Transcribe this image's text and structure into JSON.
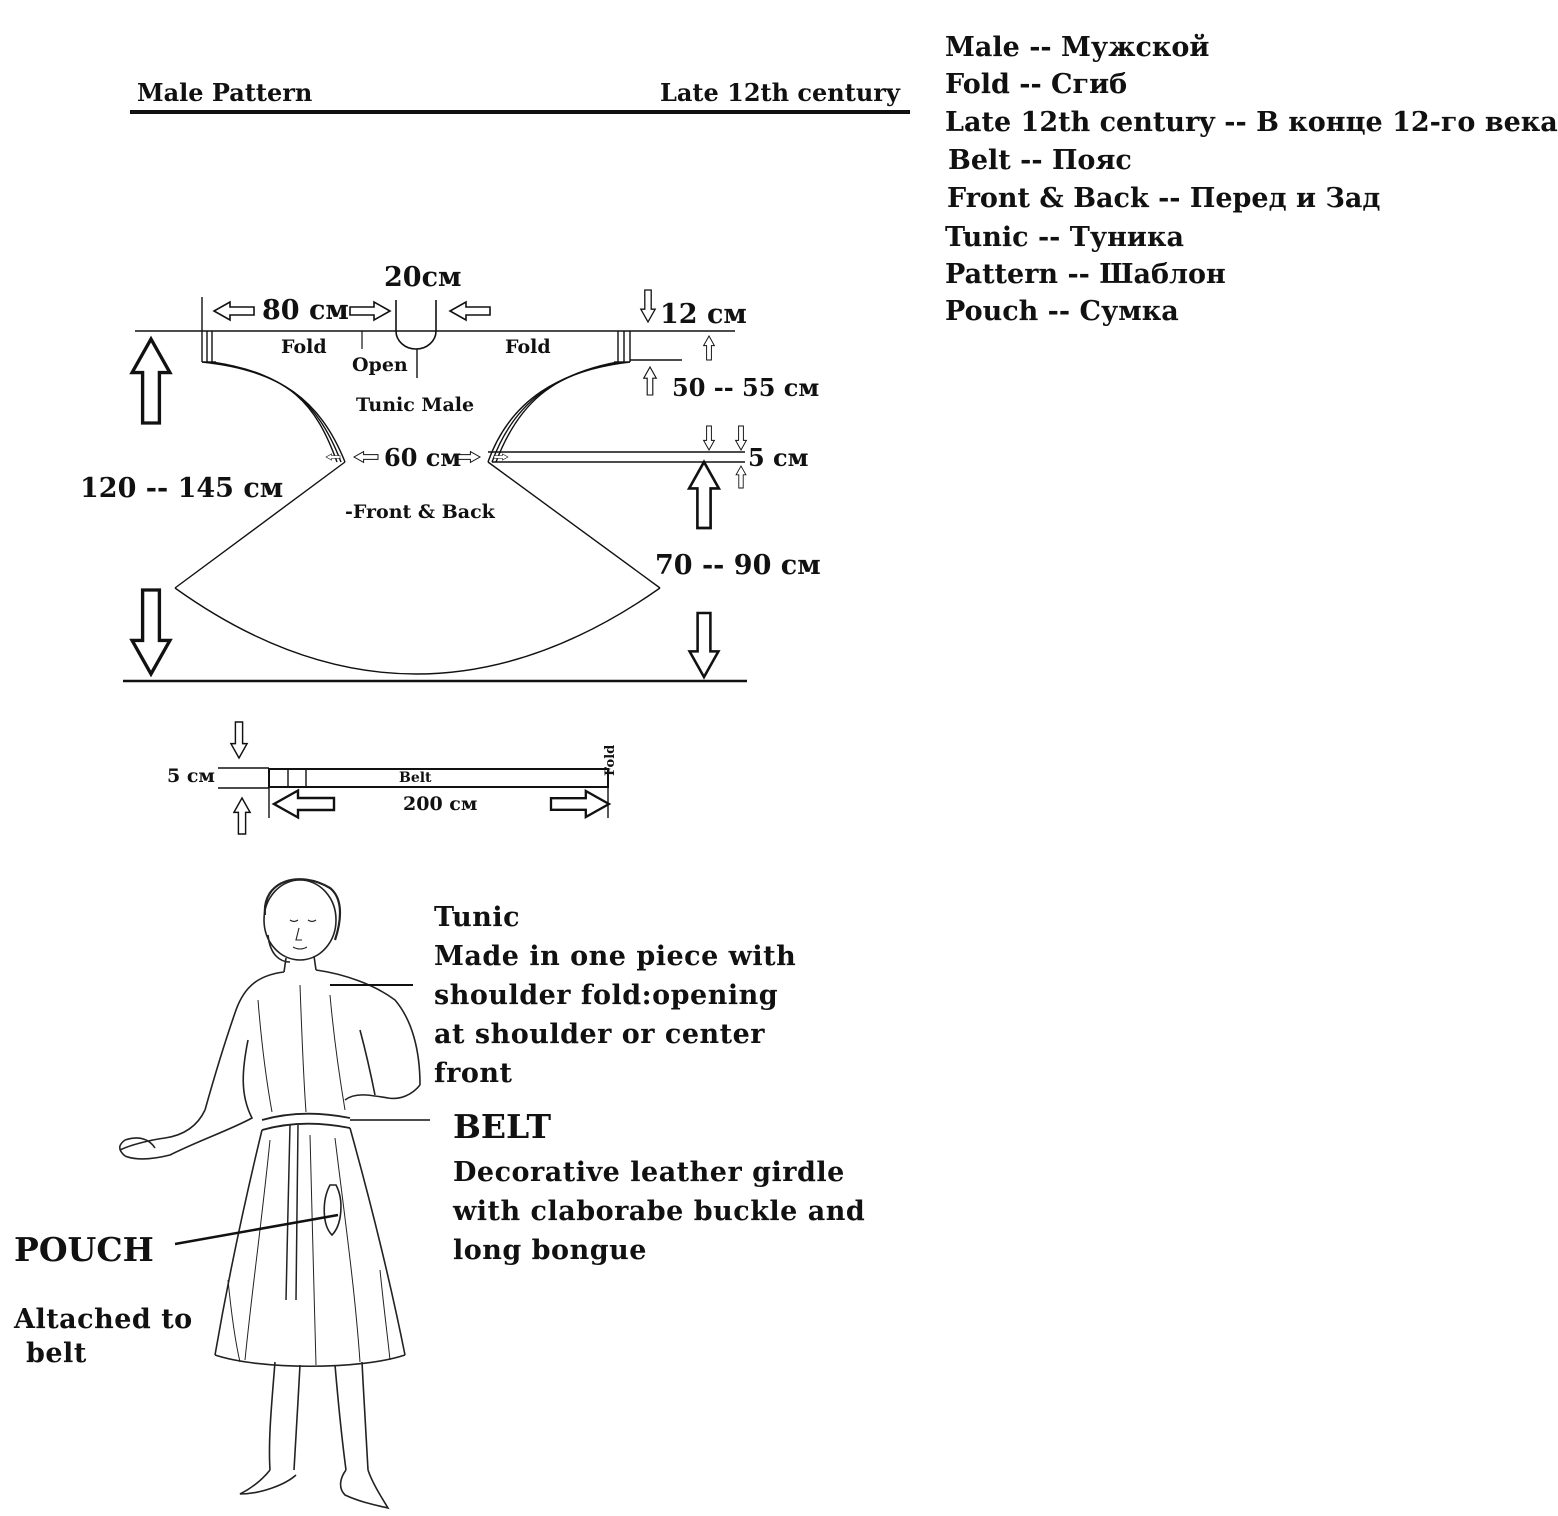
{
  "header": {
    "left": "Male Pattern",
    "right": "Late 12th century"
  },
  "legend": [
    "Male -- Мужской",
    "Fold -- Сгиб",
    "Late 12th century -- В конце 12-го века",
    "Belt -- Пояс",
    "Front & Back -- Перед и Зад",
    "Tunic -- Туника",
    "Pattern -- Шаблон",
    "Pouch -- Сумка"
  ],
  "pattern": {
    "width_left": "80 см",
    "neck": "20см",
    "shoulder_drop": "12 см",
    "fold_left": "Fold",
    "fold_right": "Fold",
    "open": "Open",
    "piece_title": "Tunic  Male",
    "sleeve": "50 -- 55 см",
    "waist": "60 см",
    "waist_band": "5 см",
    "length": "120 -- 145 см",
    "piece_subtitle": "-Front & Back",
    "skirt": "70 -- 90 см"
  },
  "belt": {
    "height": "5 см",
    "label": "Belt",
    "length": "200 см",
    "fold": "Fold"
  },
  "figure": {
    "tunic_note": [
      "Tunic",
      "Made in one piece with",
      "shoulder fold:opening",
      "at shoulder or center",
      "front"
    ],
    "belt_note_title": "BELT",
    "belt_note": [
      "Decorative leather girdle",
      "with claborabe buckle and",
      "long bongue"
    ],
    "pouch_title": "POUCH",
    "pouch_note": [
      "Altached to",
      "belt"
    ]
  },
  "colors": {
    "ink": "#111111",
    "paper": "#ffffff"
  }
}
